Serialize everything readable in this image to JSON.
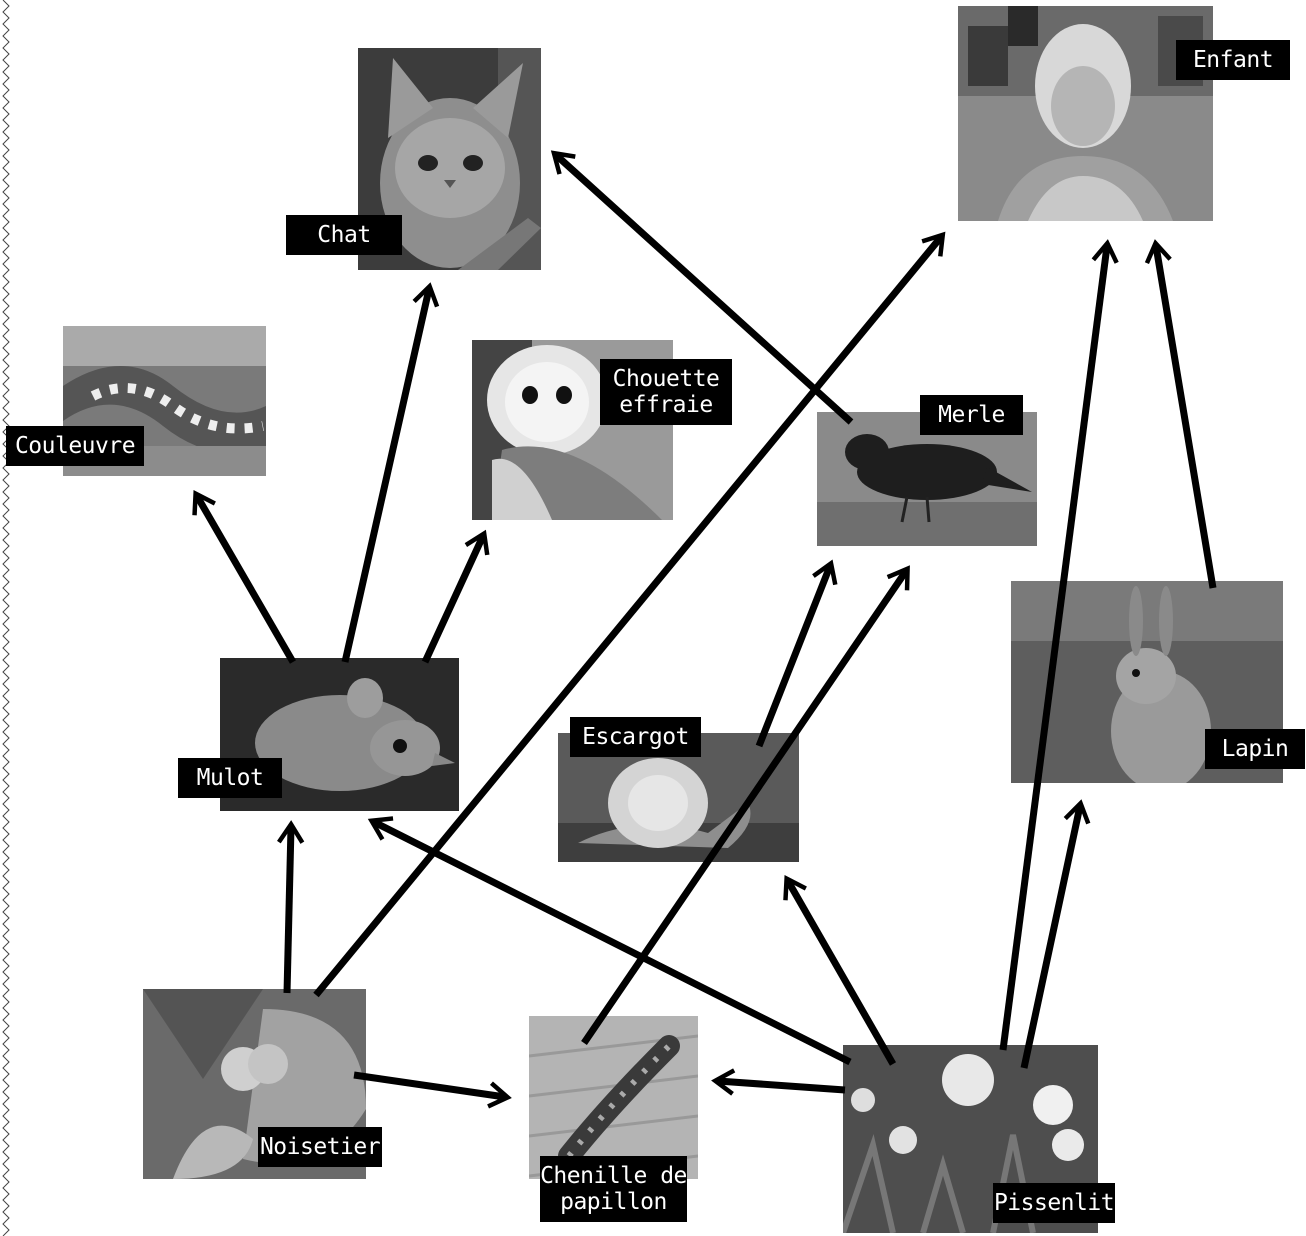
{
  "organisms": {
    "enfant": "Enfant",
    "chat": "Chat",
    "couleuvre": "Couleuvre",
    "chouette": "Chouette\neffraie",
    "merle": "Merle",
    "mulot": "Mulot",
    "escargot": "Escargot",
    "lapin": "Lapin",
    "noisetier": "Noisetier",
    "chenille": "Chenille de\npapillon",
    "pissenlit": "Pissenlit"
  },
  "links": [
    {
      "from": "Noisetier",
      "to": "Mulot"
    },
    {
      "from": "Noisetier",
      "to": "Enfant"
    },
    {
      "from": "Noisetier",
      "to": "Chenille de papillon"
    },
    {
      "from": "Pissenlit",
      "to": "Chenille de papillon"
    },
    {
      "from": "Pissenlit",
      "to": "Mulot"
    },
    {
      "from": "Pissenlit",
      "to": "Escargot"
    },
    {
      "from": "Pissenlit",
      "to": "Enfant"
    },
    {
      "from": "Pissenlit",
      "to": "Lapin"
    },
    {
      "from": "Mulot",
      "to": "Couleuvre"
    },
    {
      "from": "Mulot",
      "to": "Chat"
    },
    {
      "from": "Mulot",
      "to": "Chouette effraie"
    },
    {
      "from": "Merle",
      "to": "Chat"
    },
    {
      "from": "Escargot",
      "to": "Merle"
    },
    {
      "from": "Chenille de papillon",
      "to": "Merle"
    },
    {
      "from": "Lapin",
      "to": "Enfant"
    }
  ]
}
